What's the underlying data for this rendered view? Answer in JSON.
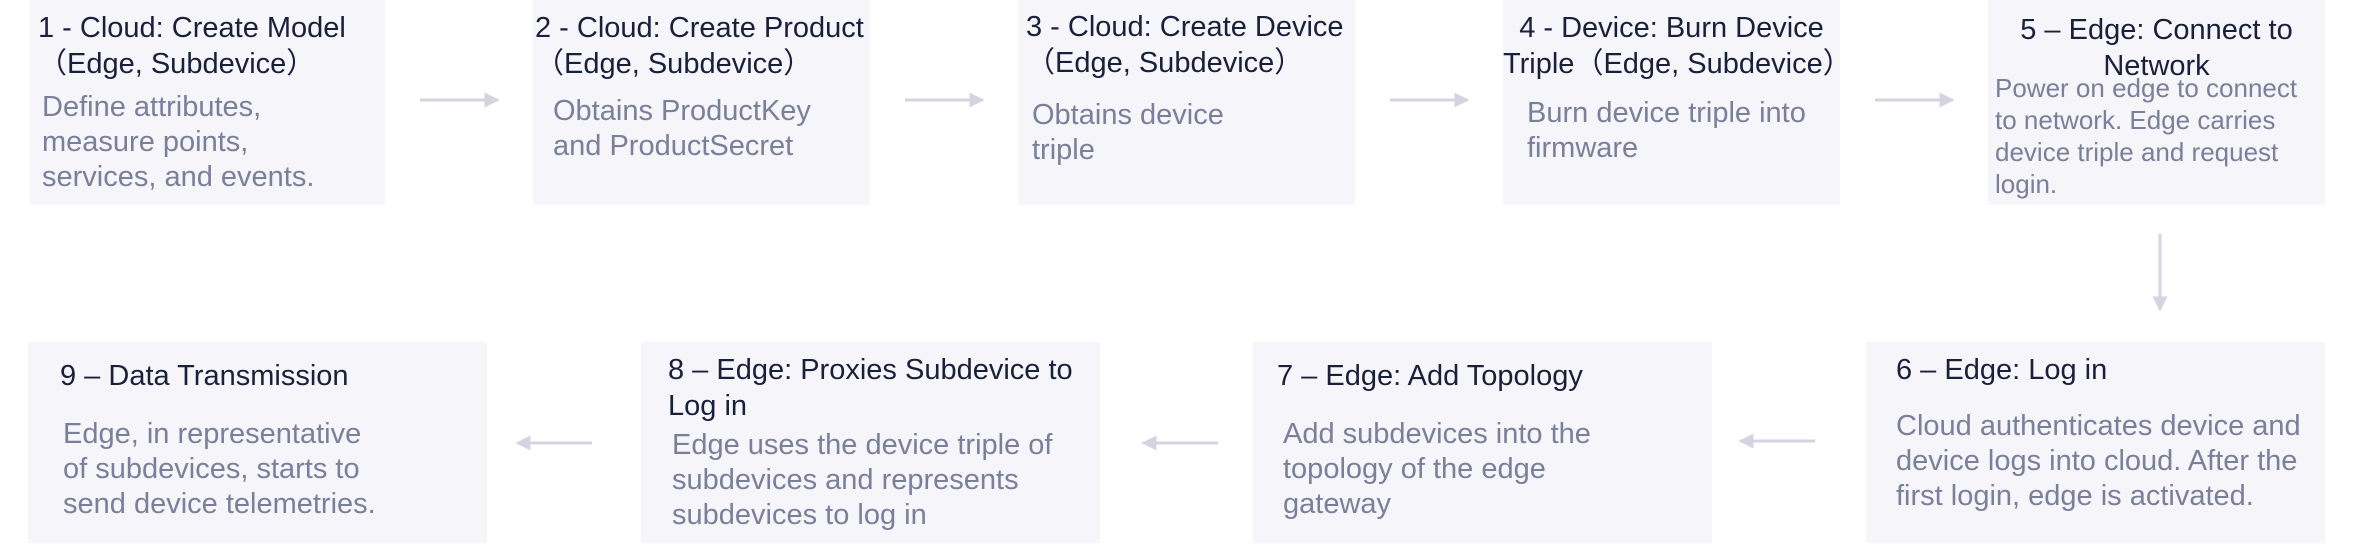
{
  "colors": {
    "box_background": "#f5f5fa",
    "title_text": "#1a1f3a",
    "description_text": "#7a7f9a",
    "arrow": "#d4d4e0"
  },
  "steps": [
    {
      "title": "1 - Cloud: Create Model\n（Edge, Subdevice）",
      "description": "Define attributes,\nmeasure points,\nservices, and events."
    },
    {
      "title": "2 - Cloud: Create Product\n（Edge, Subdevice）",
      "description": "Obtains ProductKey\nand ProductSecret"
    },
    {
      "title": "3 - Cloud: Create Device\n（Edge, Subdevice）",
      "description": "Obtains device\ntriple"
    },
    {
      "title": "4 - Device: Burn Device\nTriple（Edge, Subdevice）",
      "description": "Burn device triple into\nfirmware"
    },
    {
      "title": "5 – Edge: Connect to\nNetwork",
      "description": "Power on edge to connect\nto network. Edge carries\ndevice triple and request\nlogin."
    },
    {
      "title": "6 – Edge: Log in",
      "description": "Cloud authenticates device and\ndevice logs into cloud. After the\nfirst login, edge is activated."
    },
    {
      "title": "7 – Edge: Add Topology",
      "description": "Add subdevices into the\ntopology of the edge\ngateway"
    },
    {
      "title": "8 – Edge: Proxies Subdevice to\nLog in",
      "description": "Edge uses the device triple of\nsubdevices and represents\nsubdevices to log in"
    },
    {
      "title": "9 – Data Transmission",
      "description": "Edge, in representative\nof subdevices, starts to\nsend device telemetries."
    }
  ]
}
